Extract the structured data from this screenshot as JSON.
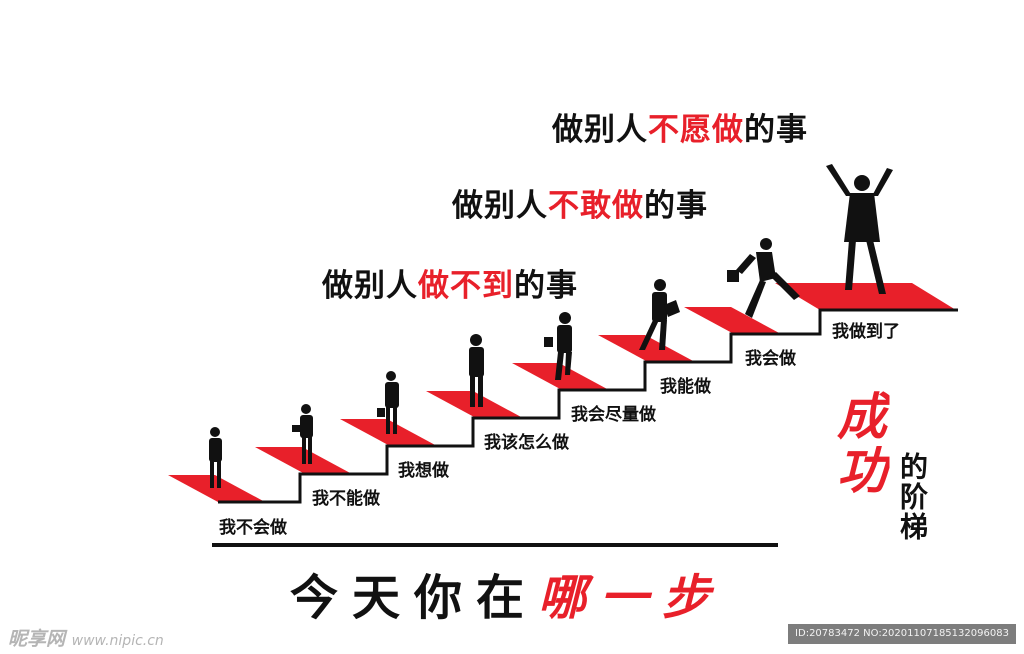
{
  "headlines": [
    {
      "black_before": "做别人",
      "red": "不愿做",
      "black_after": "的事"
    },
    {
      "black_before": "做别人",
      "red": "不敢做",
      "black_after": "的事"
    },
    {
      "black_before": "做别人",
      "red": "做不到",
      "black_after": "的事"
    }
  ],
  "steps": [
    "我不会做",
    "我不能做",
    "我想做",
    "我该怎么做",
    "我会尽量做",
    "我能做",
    "我会做",
    "我做到了"
  ],
  "bottom": {
    "black": "今天你在",
    "red": "哪一步"
  },
  "side_title": {
    "red": "成功",
    "black": "的阶梯"
  },
  "watermark": {
    "logo": "昵享网",
    "url": "www.nipic.cn",
    "id": "ID:20783472 NO:20201107185132096083"
  },
  "colors": {
    "accent": "#e8202a",
    "ink": "#111111"
  }
}
